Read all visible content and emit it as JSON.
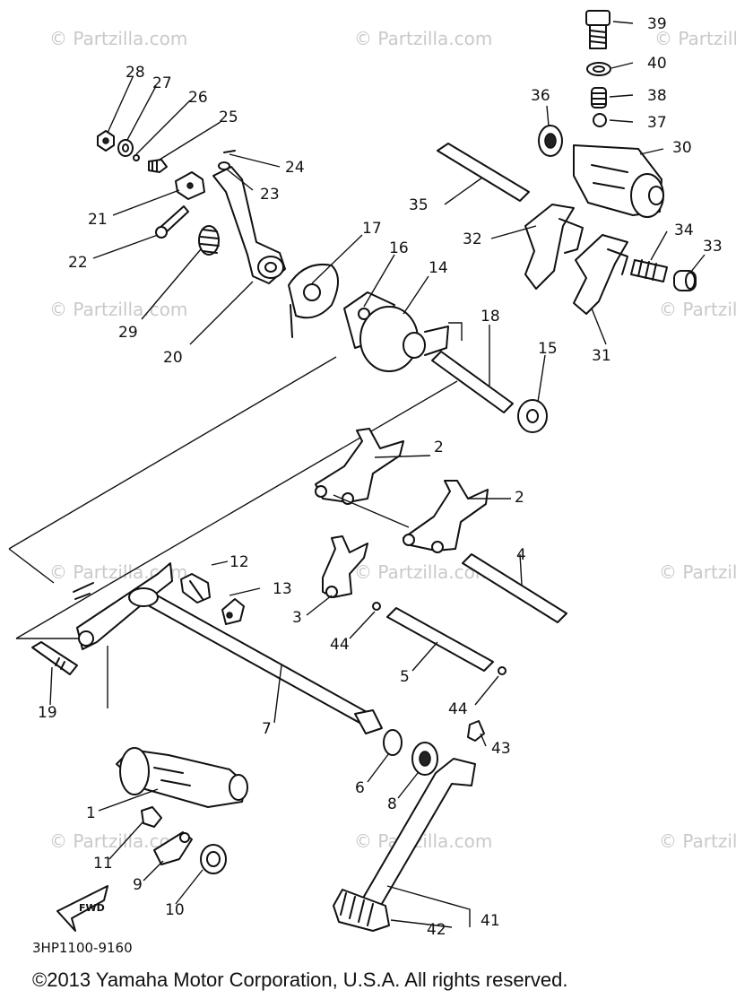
{
  "watermark": "© Partzilla.com",
  "diagram_code": "3HP1100-9160",
  "copyright": "©2013  Yamaha Motor Corporation, U.S.A. All rights reserved.",
  "fwd_label": "FWD",
  "callouts": {
    "n1": "1",
    "n2a": "2",
    "n2b": "2",
    "n3": "3",
    "n4": "4",
    "n5": "5",
    "n6": "6",
    "n7": "7",
    "n8": "8",
    "n9": "9",
    "n10": "10",
    "n11": "11",
    "n12": "12",
    "n13": "13",
    "n14": "14",
    "n15": "15",
    "n16": "16",
    "n17": "17",
    "n18": "18",
    "n19": "19",
    "n20": "20",
    "n21": "21",
    "n22": "22",
    "n23": "23",
    "n24": "24",
    "n25": "25",
    "n26": "26",
    "n27": "27",
    "n28": "28",
    "n29": "29",
    "n30": "30",
    "n31": "31",
    "n32": "32",
    "n33": "33",
    "n34": "34",
    "n35": "35",
    "n36": "36",
    "n37": "37",
    "n38": "38",
    "n39": "39",
    "n40": "40",
    "n41": "41",
    "n42": "42",
    "n43": "43",
    "n44a": "44",
    "n44b": "44"
  }
}
